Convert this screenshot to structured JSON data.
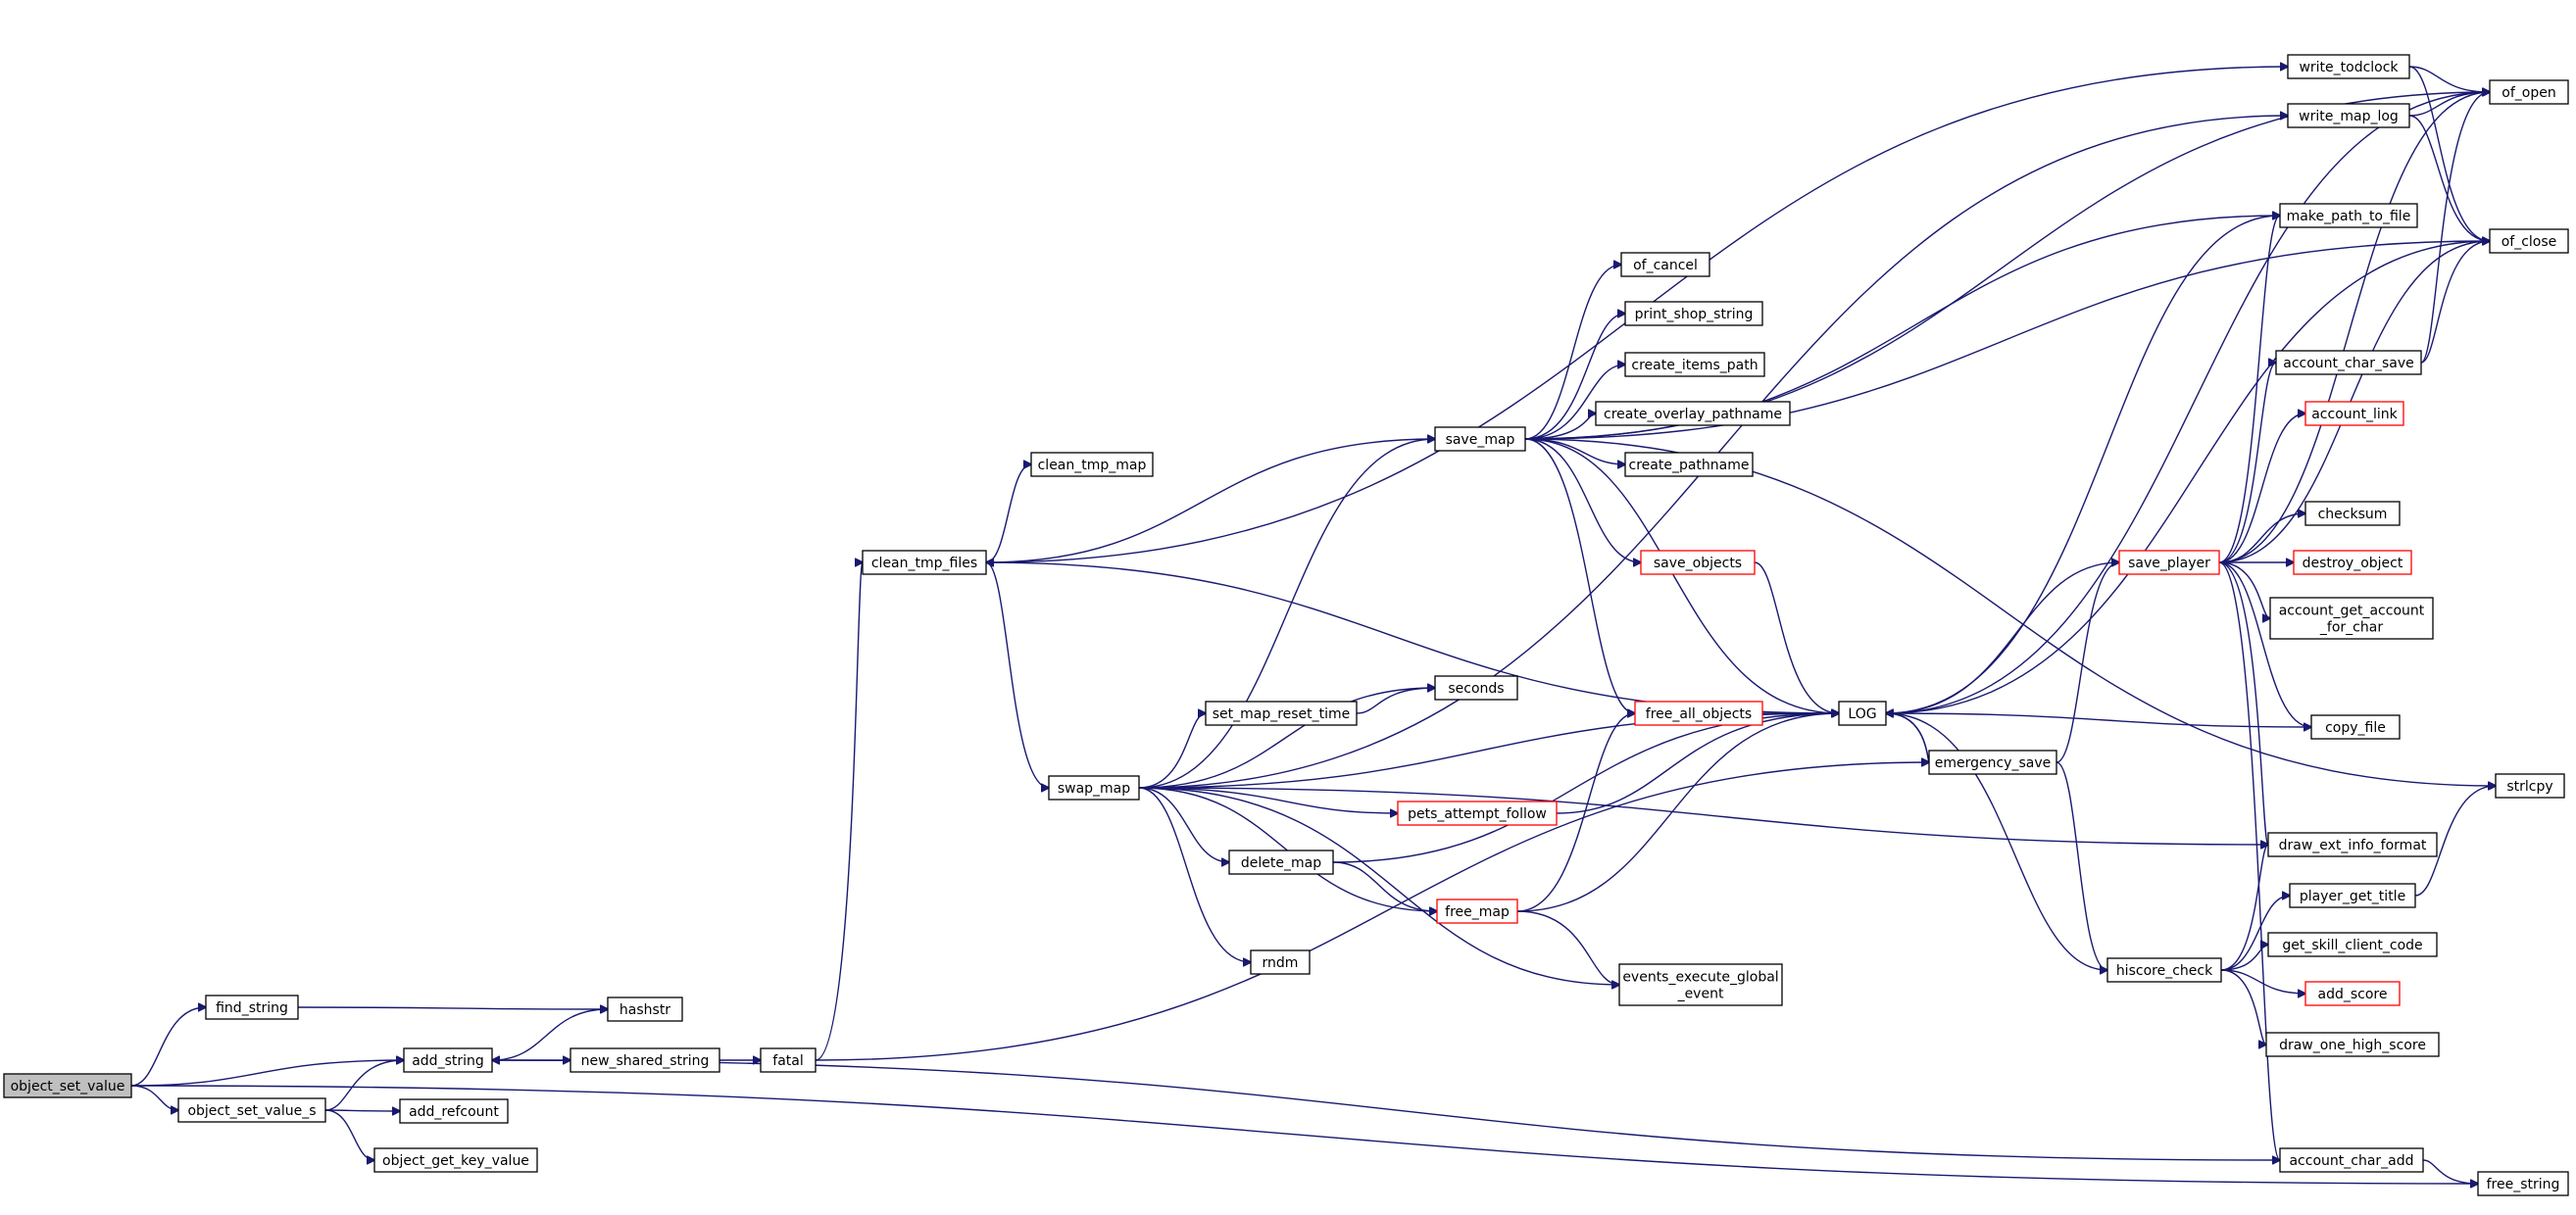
{
  "graph": {
    "edge_color": "#191970",
    "node_border": "#000000",
    "highlight_border": "#ff0000",
    "root_fill": "#bfbfbf",
    "nodes": [
      {
        "id": "object_set_value",
        "label": [
          "object_set_value"
        ],
        "style": "root"
      },
      {
        "id": "find_string",
        "label": [
          "find_string"
        ]
      },
      {
        "id": "add_string",
        "label": [
          "add_string"
        ]
      },
      {
        "id": "object_set_value_s",
        "label": [
          "object_set_value_s"
        ]
      },
      {
        "id": "free_string",
        "label": [
          "free_string"
        ]
      },
      {
        "id": "hashstr",
        "label": [
          "hashstr"
        ]
      },
      {
        "id": "new_shared_string",
        "label": [
          "new_shared_string"
        ]
      },
      {
        "id": "fatal",
        "label": [
          "fatal"
        ]
      },
      {
        "id": "add_refcount",
        "label": [
          "add_refcount"
        ]
      },
      {
        "id": "object_get_key_value",
        "label": [
          "object_get_key_value"
        ]
      },
      {
        "id": "clean_tmp_files",
        "label": [
          "clean_tmp_files"
        ]
      },
      {
        "id": "clean_tmp_map",
        "label": [
          "clean_tmp_map"
        ]
      },
      {
        "id": "swap_map",
        "label": [
          "swap_map"
        ]
      },
      {
        "id": "save_map",
        "label": [
          "save_map"
        ]
      },
      {
        "id": "set_map_reset_time",
        "label": [
          "set_map_reset_time"
        ]
      },
      {
        "id": "seconds",
        "label": [
          "seconds"
        ]
      },
      {
        "id": "delete_map",
        "label": [
          "delete_map"
        ]
      },
      {
        "id": "rndm",
        "label": [
          "rndm"
        ]
      },
      {
        "id": "pets_attempt_follow",
        "label": [
          "pets_attempt_follow"
        ],
        "style": "red"
      },
      {
        "id": "free_map",
        "label": [
          "free_map"
        ],
        "style": "red"
      },
      {
        "id": "free_all_objects",
        "label": [
          "free_all_objects"
        ],
        "style": "red"
      },
      {
        "id": "save_objects",
        "label": [
          "save_objects"
        ],
        "style": "red"
      },
      {
        "id": "of_cancel",
        "label": [
          "of_cancel"
        ]
      },
      {
        "id": "print_shop_string",
        "label": [
          "print_shop_string"
        ]
      },
      {
        "id": "create_items_path",
        "label": [
          "create_items_path"
        ]
      },
      {
        "id": "create_overlay_pathname",
        "label": [
          "create_overlay_pathname"
        ]
      },
      {
        "id": "create_pathname",
        "label": [
          "create_pathname"
        ]
      },
      {
        "id": "events_execute_global_event",
        "label": [
          "events_execute_global",
          "_event"
        ]
      },
      {
        "id": "LOG",
        "label": [
          "LOG"
        ]
      },
      {
        "id": "emergency_save",
        "label": [
          "emergency_save"
        ]
      },
      {
        "id": "hiscore_check",
        "label": [
          "hiscore_check"
        ]
      },
      {
        "id": "save_player",
        "label": [
          "save_player"
        ],
        "style": "red"
      },
      {
        "id": "write_todclock",
        "label": [
          "write_todclock"
        ]
      },
      {
        "id": "write_map_log",
        "label": [
          "write_map_log"
        ]
      },
      {
        "id": "make_path_to_file",
        "label": [
          "make_path_to_file"
        ]
      },
      {
        "id": "account_char_save",
        "label": [
          "account_char_save"
        ]
      },
      {
        "id": "account_link",
        "label": [
          "account_link"
        ],
        "style": "red"
      },
      {
        "id": "checksum",
        "label": [
          "checksum"
        ]
      },
      {
        "id": "destroy_object",
        "label": [
          "destroy_object"
        ],
        "style": "red"
      },
      {
        "id": "account_get_account_for_char",
        "label": [
          "account_get_account",
          "_for_char"
        ]
      },
      {
        "id": "copy_file",
        "label": [
          "copy_file"
        ]
      },
      {
        "id": "draw_ext_info_format",
        "label": [
          "draw_ext_info_format"
        ]
      },
      {
        "id": "player_get_title",
        "label": [
          "player_get_title"
        ]
      },
      {
        "id": "get_skill_client_code",
        "label": [
          "get_skill_client_code"
        ]
      },
      {
        "id": "add_score",
        "label": [
          "add_score"
        ],
        "style": "red"
      },
      {
        "id": "draw_one_high_score",
        "label": [
          "draw_one_high_score"
        ]
      },
      {
        "id": "account_char_add",
        "label": [
          "account_char_add"
        ]
      },
      {
        "id": "of_open",
        "label": [
          "of_open"
        ]
      },
      {
        "id": "of_close",
        "label": [
          "of_close"
        ]
      },
      {
        "id": "strlcpy",
        "label": [
          "strlcpy"
        ]
      }
    ],
    "edges": [
      [
        "object_set_value",
        "find_string"
      ],
      [
        "object_set_value",
        "add_string"
      ],
      [
        "object_set_value",
        "object_set_value_s"
      ],
      [
        "object_set_value",
        "free_string"
      ],
      [
        "find_string",
        "hashstr"
      ],
      [
        "add_string",
        "hashstr"
      ],
      [
        "add_string",
        "new_shared_string"
      ],
      [
        "new_shared_string",
        "fatal"
      ],
      [
        "object_set_value_s",
        "add_string"
      ],
      [
        "object_set_value_s",
        "add_refcount"
      ],
      [
        "object_set_value_s",
        "object_get_key_value"
      ],
      [
        "fatal",
        "clean_tmp_files"
      ],
      [
        "fatal",
        "emergency_save"
      ],
      [
        "clean_tmp_files",
        "clean_tmp_map"
      ],
      [
        "clean_tmp_files",
        "save_map"
      ],
      [
        "clean_tmp_files",
        "swap_map"
      ],
      [
        "clean_tmp_files",
        "write_todclock"
      ],
      [
        "swap_map",
        "save_map"
      ],
      [
        "swap_map",
        "seconds"
      ],
      [
        "swap_map",
        "set_map_reset_time"
      ],
      [
        "swap_map",
        "LOG"
      ],
      [
        "swap_map",
        "pets_attempt_follow"
      ],
      [
        "swap_map",
        "delete_map"
      ],
      [
        "swap_map",
        "free_map"
      ],
      [
        "swap_map",
        "rndm"
      ],
      [
        "swap_map",
        "events_execute_global_event"
      ],
      [
        "swap_map",
        "draw_ext_info_format"
      ],
      [
        "swap_map",
        "write_map_log"
      ],
      [
        "set_map_reset_time",
        "seconds"
      ],
      [
        "delete_map",
        "free_map"
      ],
      [
        "delete_map",
        "LOG"
      ],
      [
        "free_map",
        "free_all_objects"
      ],
      [
        "free_map",
        "LOG"
      ],
      [
        "free_map",
        "events_execute_global_event"
      ],
      [
        "pets_attempt_follow",
        "LOG"
      ],
      [
        "free_all_objects",
        "LOG"
      ],
      [
        "save_map",
        "of_cancel"
      ],
      [
        "save_map",
        "print_shop_string"
      ],
      [
        "save_map",
        "create_items_path"
      ],
      [
        "save_map",
        "create_overlay_pathname"
      ],
      [
        "save_map",
        "create_pathname"
      ],
      [
        "save_map",
        "save_objects"
      ],
      [
        "save_map",
        "free_all_objects"
      ],
      [
        "save_map",
        "LOG"
      ],
      [
        "save_map",
        "make_path_to_file"
      ],
      [
        "save_map",
        "of_open"
      ],
      [
        "save_map",
        "of_close"
      ],
      [
        "save_map",
        "strlcpy"
      ],
      [
        "save_objects",
        "LOG"
      ],
      [
        "LOG",
        "clean_tmp_files"
      ],
      [
        "LOG",
        "emergency_save"
      ],
      [
        "LOG",
        "of_open"
      ],
      [
        "LOG",
        "make_path_to_file"
      ],
      [
        "LOG",
        "of_close"
      ],
      [
        "emergency_save",
        "LOG"
      ],
      [
        "emergency_save",
        "save_player"
      ],
      [
        "emergency_save",
        "hiscore_check"
      ],
      [
        "hiscore_check",
        "LOG"
      ],
      [
        "hiscore_check",
        "draw_ext_info_format"
      ],
      [
        "hiscore_check",
        "player_get_title"
      ],
      [
        "hiscore_check",
        "get_skill_client_code"
      ],
      [
        "hiscore_check",
        "add_score"
      ],
      [
        "hiscore_check",
        "draw_one_high_score"
      ],
      [
        "save_player",
        "LOG"
      ],
      [
        "save_player",
        "make_path_to_file"
      ],
      [
        "save_player",
        "of_open"
      ],
      [
        "save_player",
        "account_char_save"
      ],
      [
        "save_player",
        "account_link"
      ],
      [
        "save_player",
        "checksum"
      ],
      [
        "save_player",
        "destroy_object"
      ],
      [
        "save_player",
        "account_get_account_for_char"
      ],
      [
        "save_player",
        "copy_file"
      ],
      [
        "save_player",
        "draw_ext_info_format"
      ],
      [
        "save_player",
        "of_close"
      ],
      [
        "save_player",
        "account_char_add"
      ],
      [
        "copy_file",
        "LOG"
      ],
      [
        "write_todclock",
        "of_open"
      ],
      [
        "write_todclock",
        "of_close"
      ],
      [
        "write_map_log",
        "of_open"
      ],
      [
        "write_map_log",
        "of_close"
      ],
      [
        "account_char_save",
        "of_open"
      ],
      [
        "account_char_save",
        "of_close"
      ],
      [
        "player_get_title",
        "strlcpy"
      ],
      [
        "account_char_add",
        "add_string"
      ],
      [
        "account_char_add",
        "free_string"
      ]
    ]
  }
}
